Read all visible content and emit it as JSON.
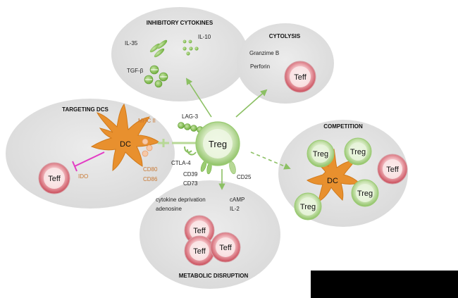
{
  "panels": {
    "inhibitory_cytokines": {
      "title": "INHIBITORY CYTOKINES",
      "il35": "IL-35",
      "il10": "IL-10",
      "tgfb": "TGF-β"
    },
    "cytolysis": {
      "title": "CYTOLYSIS",
      "granzyme": "Granzime B",
      "perforin": "Perforin",
      "teff": "Teff"
    },
    "targeting_dcs": {
      "title": "TARGETING DCS",
      "dc": "DC",
      "mhc": "MHC II",
      "cd80": "CD80",
      "cd86": "CD86",
      "ido": "IDO",
      "teff": "Teff"
    },
    "competition": {
      "title": "COMPETITION",
      "dc": "DC",
      "treg": "Treg",
      "teff": "Teff"
    },
    "metabolic": {
      "title": "METABOLIC DISRUPTION",
      "cytokine_dep": "cytokine deprivation",
      "adenosine": "adenosine",
      "camp": "cAMP",
      "il2": "IL-2",
      "teff": "Teff"
    }
  },
  "center": {
    "treg": "Treg",
    "lag3": "LAG-3",
    "ctla4": "CTLA-4",
    "cd39": "CD39",
    "cd73": "CD73",
    "cd25": "CD25"
  },
  "colors": {
    "panel_bg": "#e3e3e3",
    "treg_green": "#7ab648",
    "teff_red": "#c94a58",
    "dc_orange": "#e8902e",
    "ido_magenta": "#e33cc4"
  }
}
